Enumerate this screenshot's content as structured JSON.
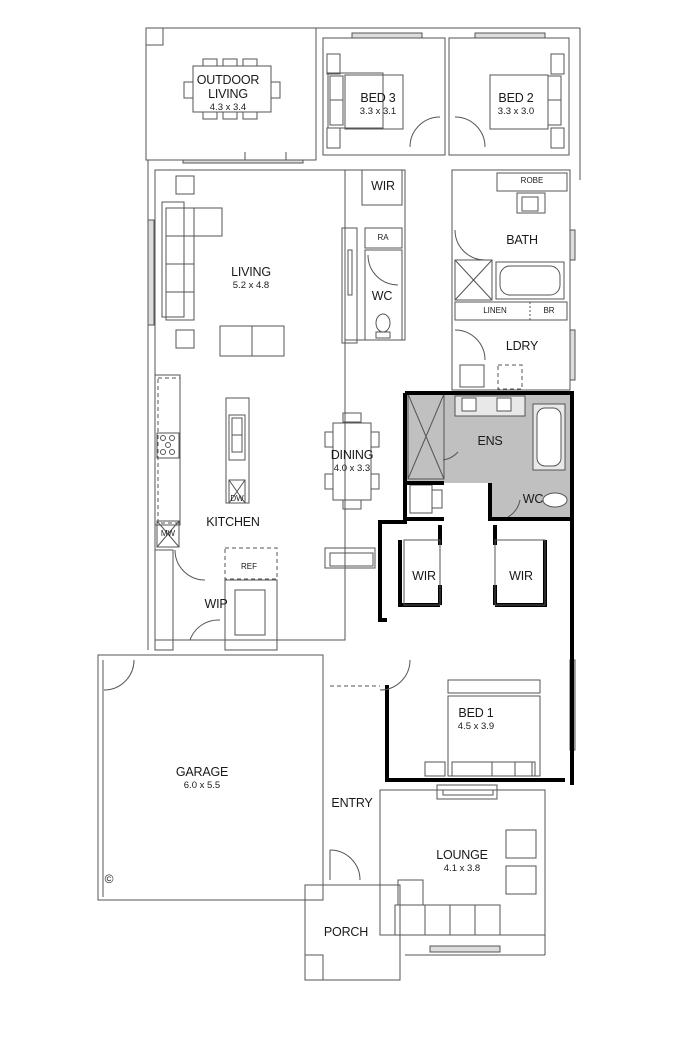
{
  "plan": {
    "type": "house floor plan",
    "highlight_color": "#c0c0c0",
    "wall_color": "#000000",
    "line_color": "#555555",
    "rooms": [
      {
        "id": "outdoor-living",
        "name": "OUTDOOR LIVING",
        "name_line1": "OUTDOOR",
        "name_line2": "LIVING",
        "dims": "4.3 x 3.4"
      },
      {
        "id": "bed-3",
        "name": "BED 3",
        "dims": "3.3 x 3.1"
      },
      {
        "id": "bed-2",
        "name": "BED 2",
        "dims": "3.3 x 3.0"
      },
      {
        "id": "wir-bed3",
        "name": "WIR"
      },
      {
        "id": "robe",
        "name": "ROBE"
      },
      {
        "id": "ra",
        "name": "RA"
      },
      {
        "id": "bath",
        "name": "BATH"
      },
      {
        "id": "living",
        "name": "LIVING",
        "dims": "5.2 x 4.8"
      },
      {
        "id": "wc-main",
        "name": "WC"
      },
      {
        "id": "linen",
        "name": "LINEN"
      },
      {
        "id": "br",
        "name": "BR"
      },
      {
        "id": "ldry",
        "name": "LDRY"
      },
      {
        "id": "ens",
        "name": "ENS"
      },
      {
        "id": "dining",
        "name": "DINING",
        "dims": "4.0 x 3.3"
      },
      {
        "id": "wc-ens",
        "name": "WC"
      },
      {
        "id": "kitchen",
        "name": "KITCHEN"
      },
      {
        "id": "mw",
        "name": "MW"
      },
      {
        "id": "dw",
        "name": "DW"
      },
      {
        "id": "ref",
        "name": "REF"
      },
      {
        "id": "wip",
        "name": "WIP"
      },
      {
        "id": "wir-left",
        "name": "WIR"
      },
      {
        "id": "wir-right",
        "name": "WIR"
      },
      {
        "id": "bed-1",
        "name": "BED 1",
        "dims": "4.5 x 3.9"
      },
      {
        "id": "garage",
        "name": "GARAGE",
        "dims": "6.0 x 5.5"
      },
      {
        "id": "entry",
        "name": "ENTRY"
      },
      {
        "id": "lounge",
        "name": "LOUNGE",
        "dims": "4.1 x 3.8"
      },
      {
        "id": "porch",
        "name": "PORCH"
      }
    ],
    "copyright_symbol": "©"
  }
}
